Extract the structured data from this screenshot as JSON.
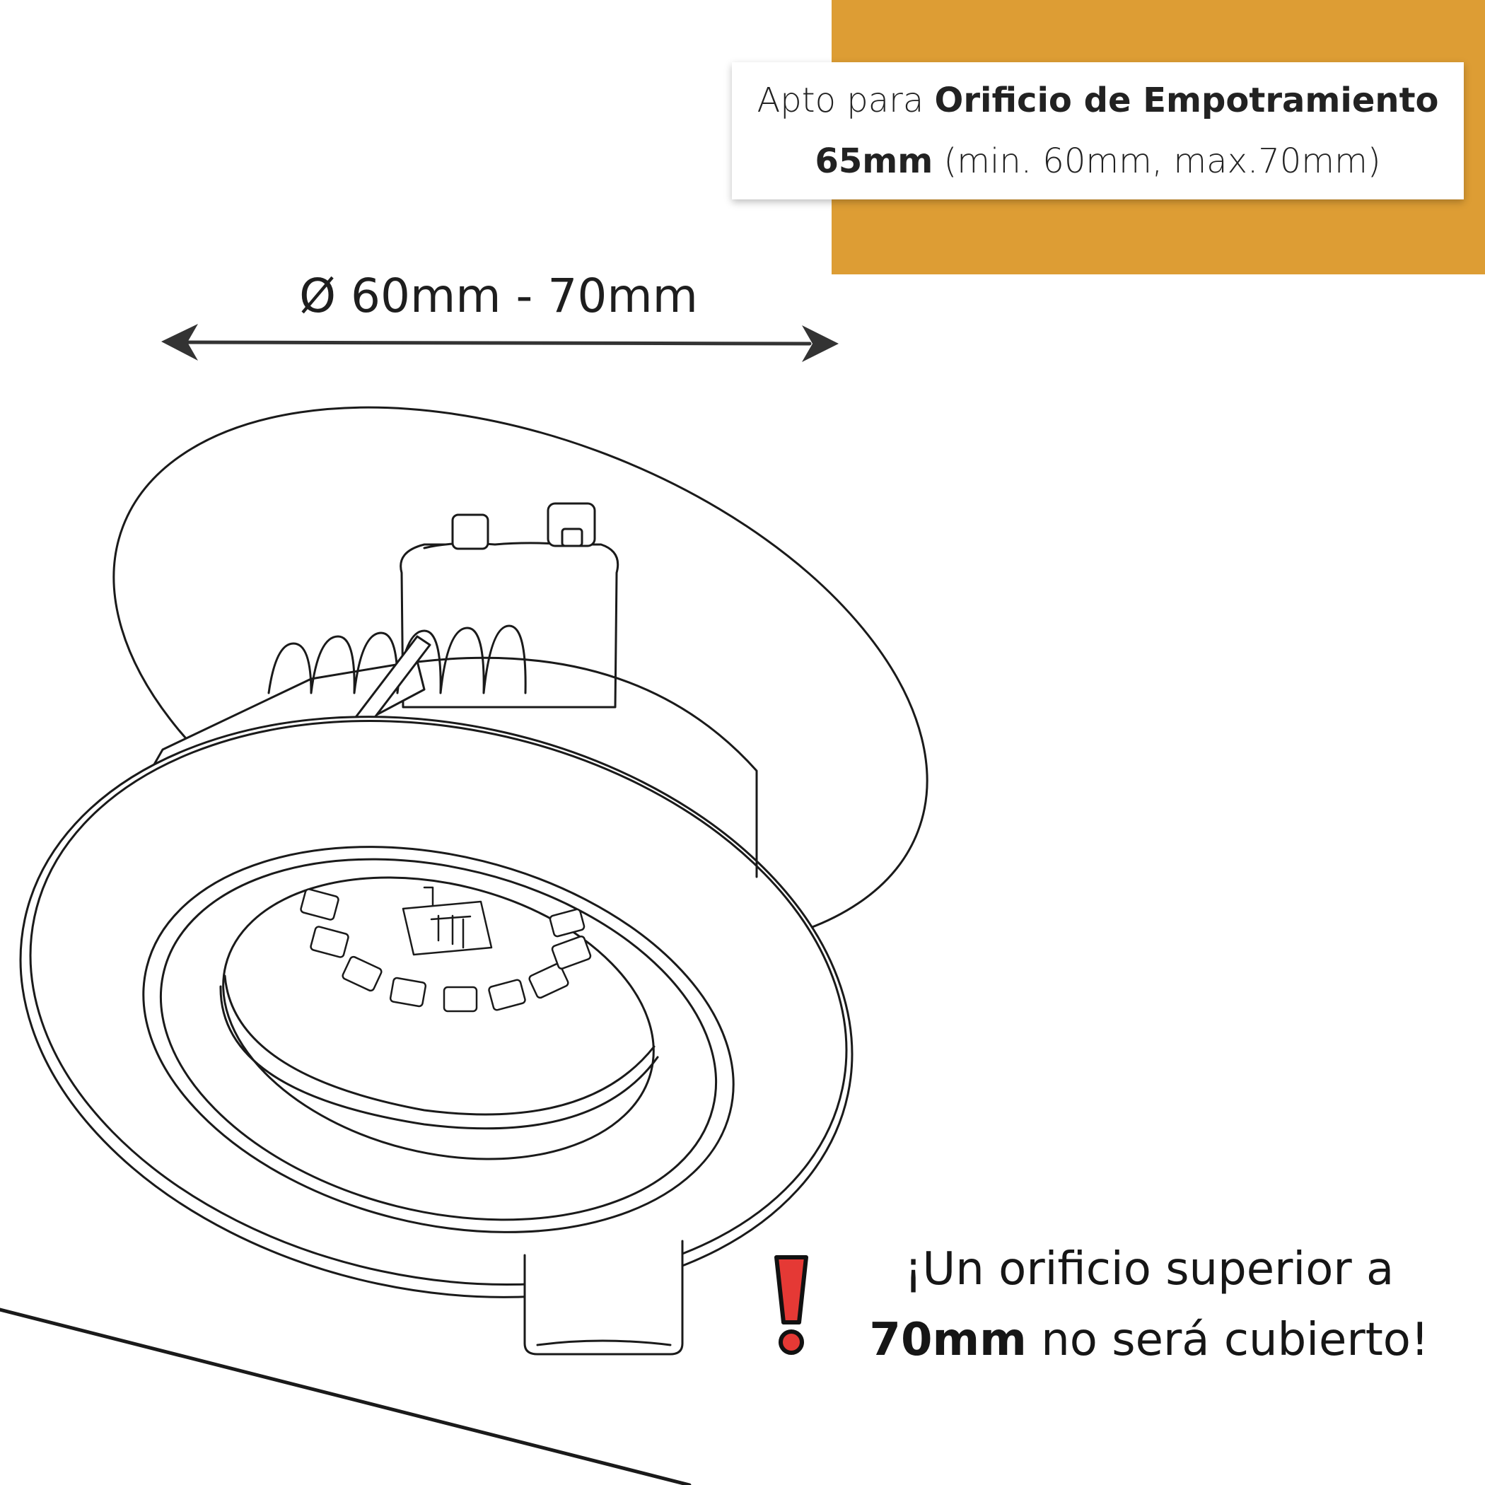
{
  "info_card": {
    "line1_prefix": "Apto para ",
    "line1_bold": "Orificio de Empotramiento",
    "line2_bold": "65mm",
    "line2_rest": " (min. 60mm, max.70mm)"
  },
  "dimension": {
    "label": "Ø 60mm - 70mm"
  },
  "warning": {
    "line1": "¡Un orificio superior a",
    "line2_bold": "70mm",
    "line2_rest": " no será cubierto!"
  },
  "colors": {
    "accent": "#dd9d34",
    "line": "#1a1a1a",
    "warning_red": "#e53935"
  }
}
